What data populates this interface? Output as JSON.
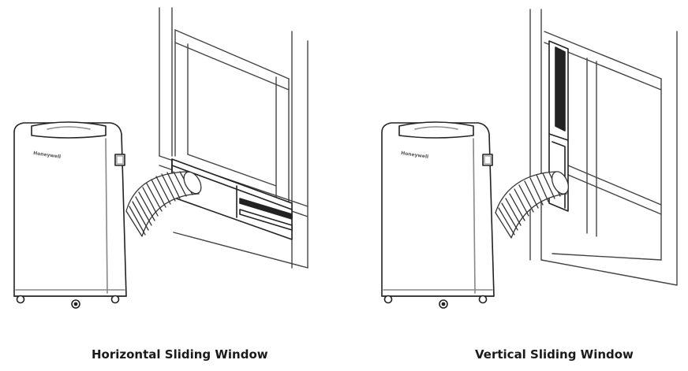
{
  "brand": "Honeywell",
  "captions": {
    "horizontal": "Horizontal Sliding Window",
    "vertical": "Vertical Sliding Window"
  }
}
